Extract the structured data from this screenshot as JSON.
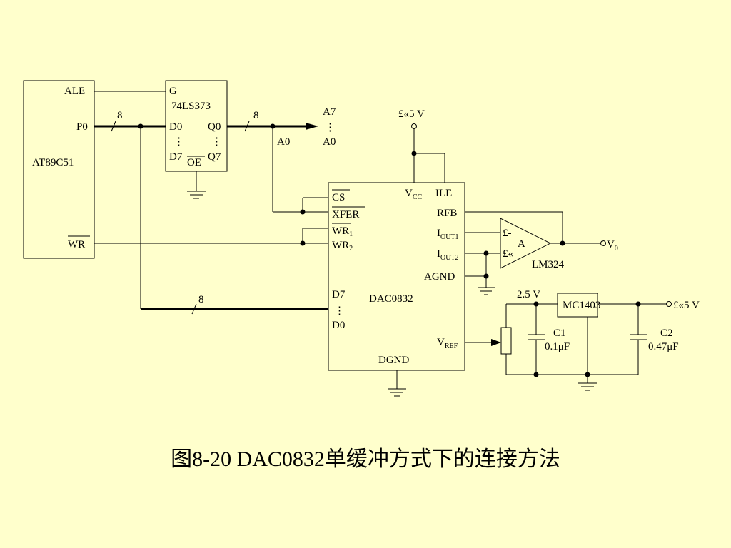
{
  "diagram": {
    "at89c51": {
      "name": "AT89C51",
      "ale": "ALE",
      "p0": "P0",
      "wr": "WR"
    },
    "ls373": {
      "name": "74LS373",
      "g": "G",
      "d0": "D0",
      "q0": "Q0",
      "d7": "D7",
      "q7": "Q7",
      "oe": "OE"
    },
    "bus": {
      "width": "8",
      "a7": "A7",
      "a0_top": "A0",
      "a0_tap": "A0"
    },
    "dac": {
      "name": "DAC0832",
      "cs": "CS",
      "xfer": "XFER",
      "wr1": "WR",
      "wr1_sub": "1",
      "wr2": "WR",
      "wr2_sub": "2",
      "vcc": "V",
      "vcc_sub": "CC",
      "ile": "ILE",
      "rfb": "RFB",
      "iout1": "I",
      "iout1_sub": "OUT1",
      "iout2": "I",
      "iout2_sub": "OUT2",
      "agnd": "AGND",
      "d7": "D7",
      "d0": "D0",
      "vref": "V",
      "vref_sub": "REF",
      "dgnd": "DGND"
    },
    "supply_top": "£«5 V",
    "opamp": {
      "minus": "£-",
      "plus": "£«",
      "name": "A",
      "part": "LM324",
      "out": "V",
      "out_sub": "0"
    },
    "ref": {
      "voltage": "2.5 V",
      "chip": "MC1403",
      "supply": "£«5 V",
      "c1": "C1",
      "c1_val": "0.1μF",
      "c2": "C2",
      "c2_val": "0.47μF"
    }
  },
  "caption": "图8-20  DAC0832单缓冲方式下的连接方法"
}
